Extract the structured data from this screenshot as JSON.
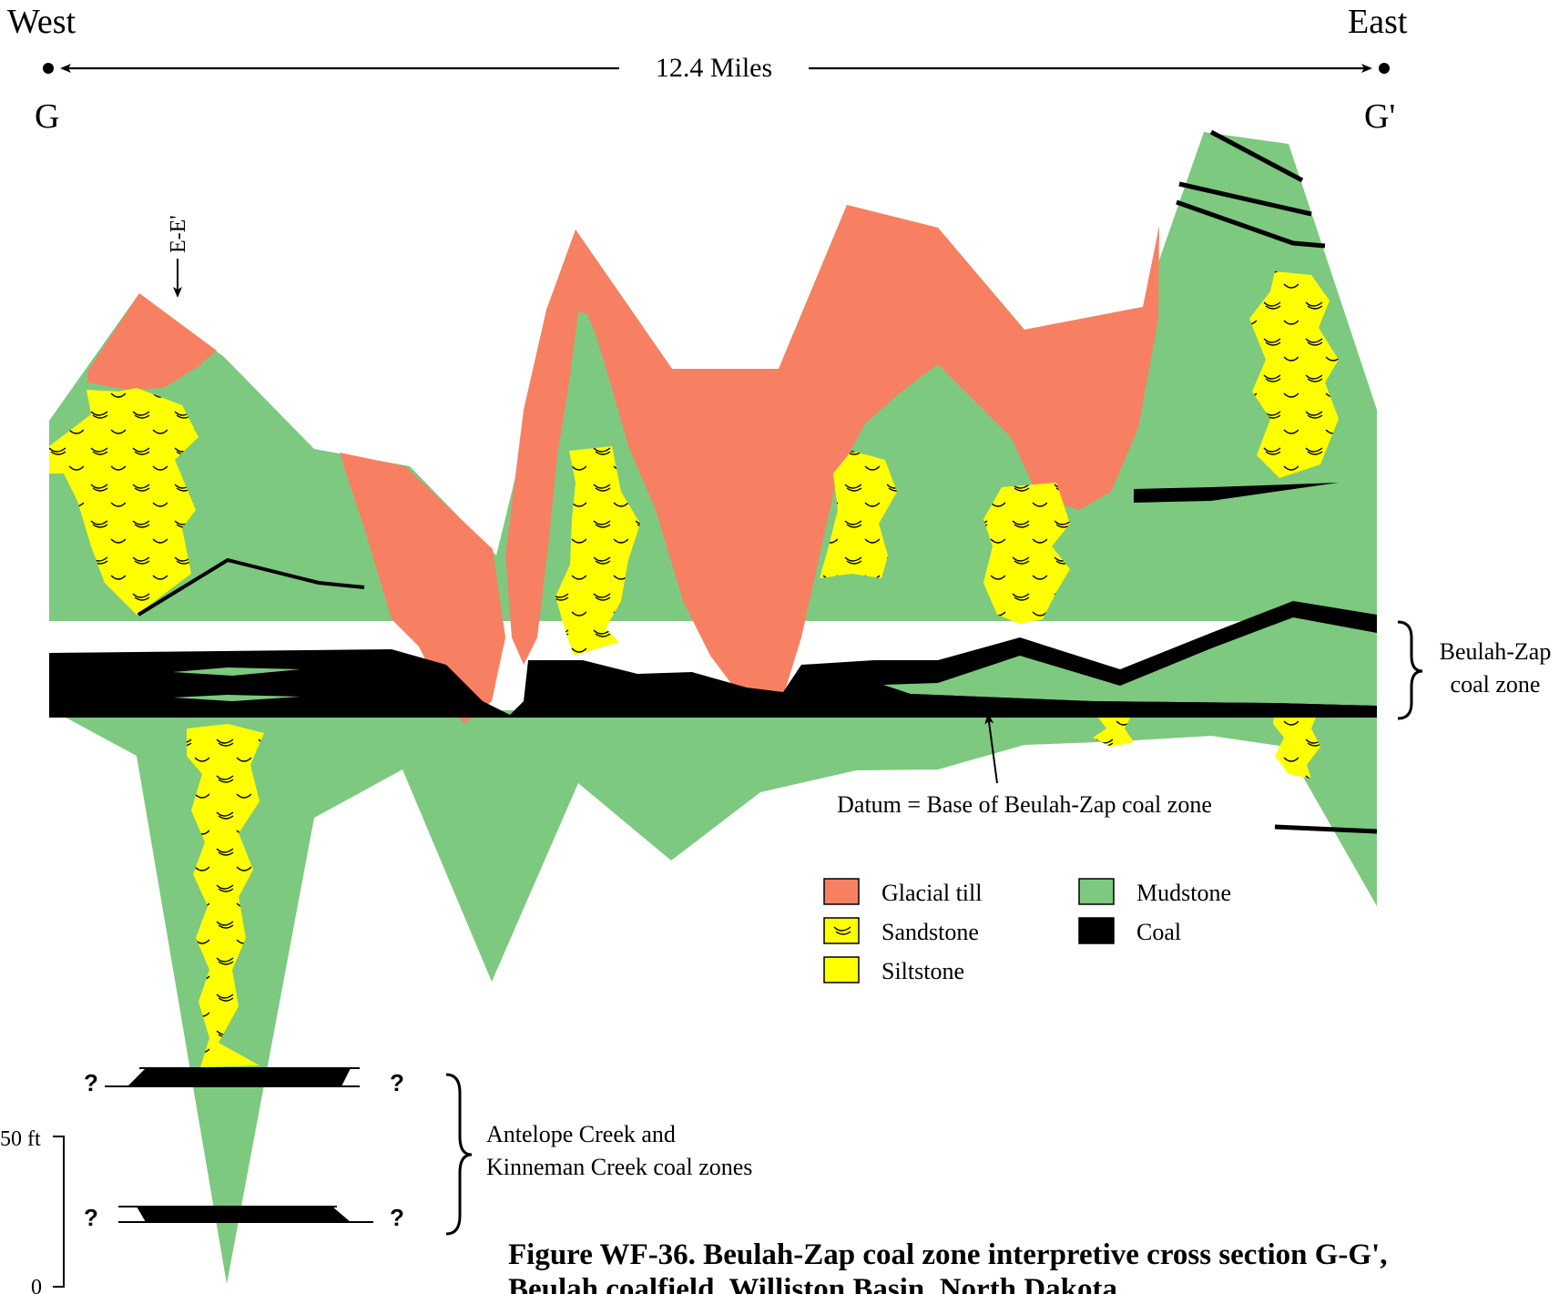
{
  "header": {
    "west_label": "West",
    "east_label": "East",
    "distance_label": "12.4 Miles",
    "start_point": "G",
    "end_point": "G'"
  },
  "tie_line": {
    "label": "E-E'"
  },
  "annotations": {
    "beulah_zap_line1": "Beulah-Zap",
    "beulah_zap_line2": "coal zone",
    "datum": "Datum = Base of Beulah-Zap coal zone",
    "antelope_line1": "Antelope Creek and",
    "antelope_line2": "Kinneman Creek coal zones",
    "unknown_marker": "?"
  },
  "scale_bar": {
    "top_label": "50 ft",
    "bottom_label": "0"
  },
  "legend": {
    "items": [
      {
        "label": "Glacial till",
        "color": "#f88062",
        "pattern": "solid"
      },
      {
        "label": "Sandstone",
        "color": "#ffff00",
        "pattern": "crossbed"
      },
      {
        "label": "Siltstone",
        "color": "#ffff00",
        "pattern": "solid"
      },
      {
        "label": "Mudstone",
        "color": "#7dc97f",
        "pattern": "solid"
      },
      {
        "label": "Coal",
        "color": "#000000",
        "pattern": "solid"
      }
    ]
  },
  "caption": {
    "line1": "Figure WF-36.  Beulah-Zap coal zone interpretive cross section G-G',",
    "line2": "Beulah coalfield, Williston Basin, North Dakota."
  },
  "colors": {
    "glacial_till": "#f88062",
    "mudstone": "#7dc97f",
    "sandstone": "#ffff00",
    "coal": "#000000"
  }
}
